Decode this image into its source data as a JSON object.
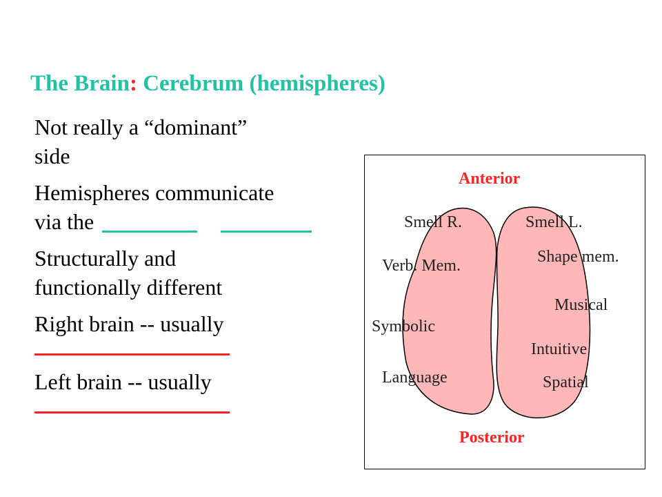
{
  "title": {
    "part1": "The Brain",
    "colon": ":",
    "part2": "Cerebrum (hemispheres)"
  },
  "bullets": [
    {
      "line1": "Not really a “dominant”",
      "line2": "side"
    },
    {
      "line1": "Hemispheres communicate",
      "line2": "via the"
    },
    {
      "line1": "Structurally and",
      "line2": "functionally different"
    },
    {
      "line1": "Right brain -- usually"
    },
    {
      "line1": "Left brain -- usually"
    }
  ],
  "diagram": {
    "anterior": "Anterior",
    "posterior": "Posterior",
    "left_hemisphere": [
      "Smell R.",
      "Verb. Mem.",
      "Symbolic",
      "Language"
    ],
    "right_hemisphere": [
      "Smell L.",
      "Shape mem.",
      "Musical",
      "Intuitive",
      "Spatial"
    ]
  },
  "colors": {
    "title": "#22c3a4",
    "accent": "#ff2222",
    "hemisphere_fill": "#ffb7b7"
  }
}
